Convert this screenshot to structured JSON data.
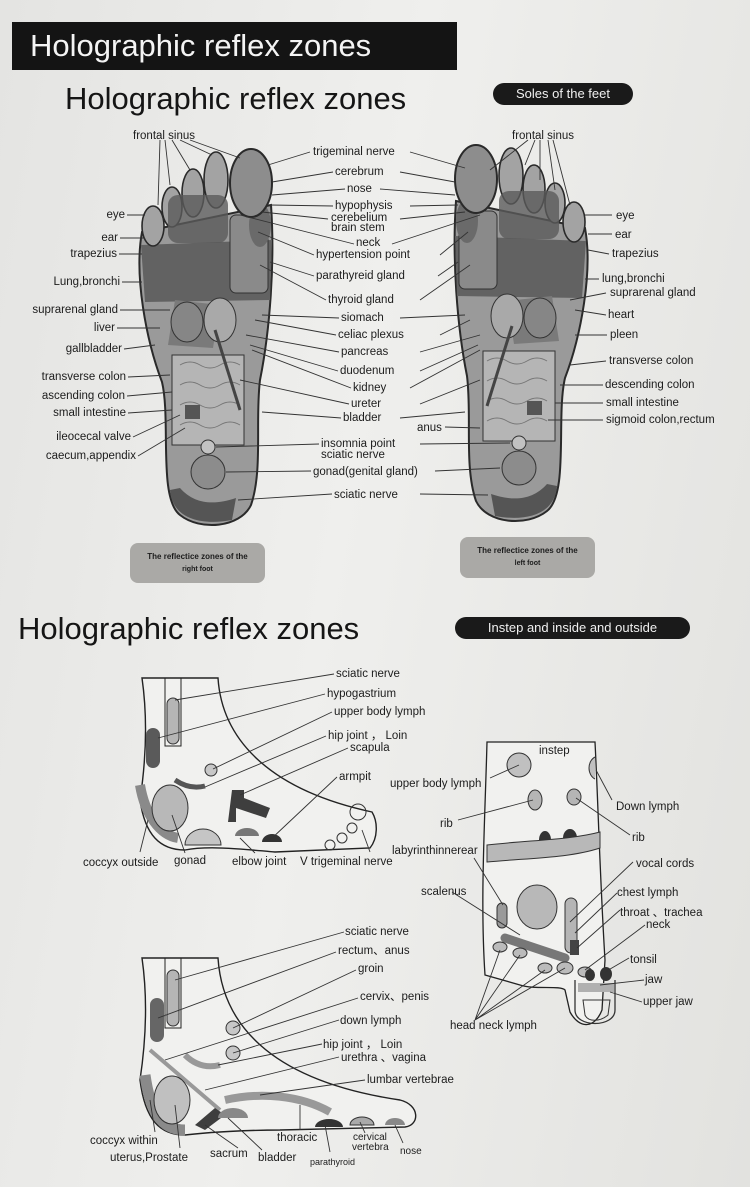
{
  "header": {
    "banner": "Holographic reflex zones"
  },
  "soles": {
    "title": "Holographic reflex zones",
    "badge": "Soles of the feet",
    "right_foot_labels": [
      "frontal  sinus",
      "eye",
      "ear",
      "trapezius",
      "Lung,bronchi",
      "suprarenal gland",
      "liver",
      "gallbladder",
      "transverse colon",
      "ascending colon",
      "small intestine",
      "ileocecal valve",
      "caecum,appendix"
    ],
    "center_labels": [
      "trigeminal nerve",
      "cerebrum",
      "nose",
      "hypophysis",
      "cerebelium",
      "brain stem",
      "neck",
      "hypertension point",
      "parathyreid gland",
      "thyroid gland",
      "siomach",
      "celiac plexus",
      "pancreas",
      "duodenum",
      "kidney",
      "ureter",
      "bladder",
      "anus",
      "insomnia point",
      "sciatic nerve",
      "gonad(genital gland)",
      "sciatic nerve"
    ],
    "left_foot_labels": [
      "frontal sinus",
      "eye",
      "ear",
      "trapezius",
      "lung,bronchi",
      "suprarenal gland",
      "heart",
      "pleen",
      "transverse colon",
      "descending colon",
      "small intestine",
      "sigmoid colon,rectum"
    ],
    "right_caption": [
      "The reflectice zones of the",
      "right foot"
    ],
    "left_caption": [
      "The reflectice zones of the",
      "left foot"
    ]
  },
  "instep": {
    "title": "Holographic reflex zones",
    "badge": "Instep and inside and outside",
    "outside_labels": [
      "sciatic nerve",
      "hypogastrium",
      "upper body lymph",
      "hip joint ， Loin",
      "scapula",
      "armpit",
      "coccyx outside",
      "gonad",
      "elbow joint",
      "V trigeminal nerve"
    ],
    "instep_labels": [
      "instep",
      "upper body lymph",
      "Down lymph",
      "rib",
      "rib",
      "labyrinthinnerear",
      "vocal cords",
      "scalenus",
      "chest lymph",
      "throat 、trachea",
      "neck",
      "tonsil",
      "jaw",
      "upper jaw",
      "head neck lymph"
    ],
    "inside_labels": [
      "sciatic nerve",
      "rectum、anus",
      "groin",
      "cervix、penis",
      "down lymph",
      "hip joint ， Loin",
      "urethra 、vagina",
      "lumbar vertebrae",
      "coccyx within",
      "uterus,Prostate",
      "sacrum",
      "bladder",
      "thoracic",
      "parathyroid",
      "cervical",
      "vertebra",
      "nose"
    ]
  },
  "colors": {
    "ink": "#1c1c1c",
    "dark_zone": "#5e5e5e",
    "mid_zone": "#8e8e8e",
    "light_zone": "#b9b9b9",
    "paper": "#ebebe9"
  }
}
